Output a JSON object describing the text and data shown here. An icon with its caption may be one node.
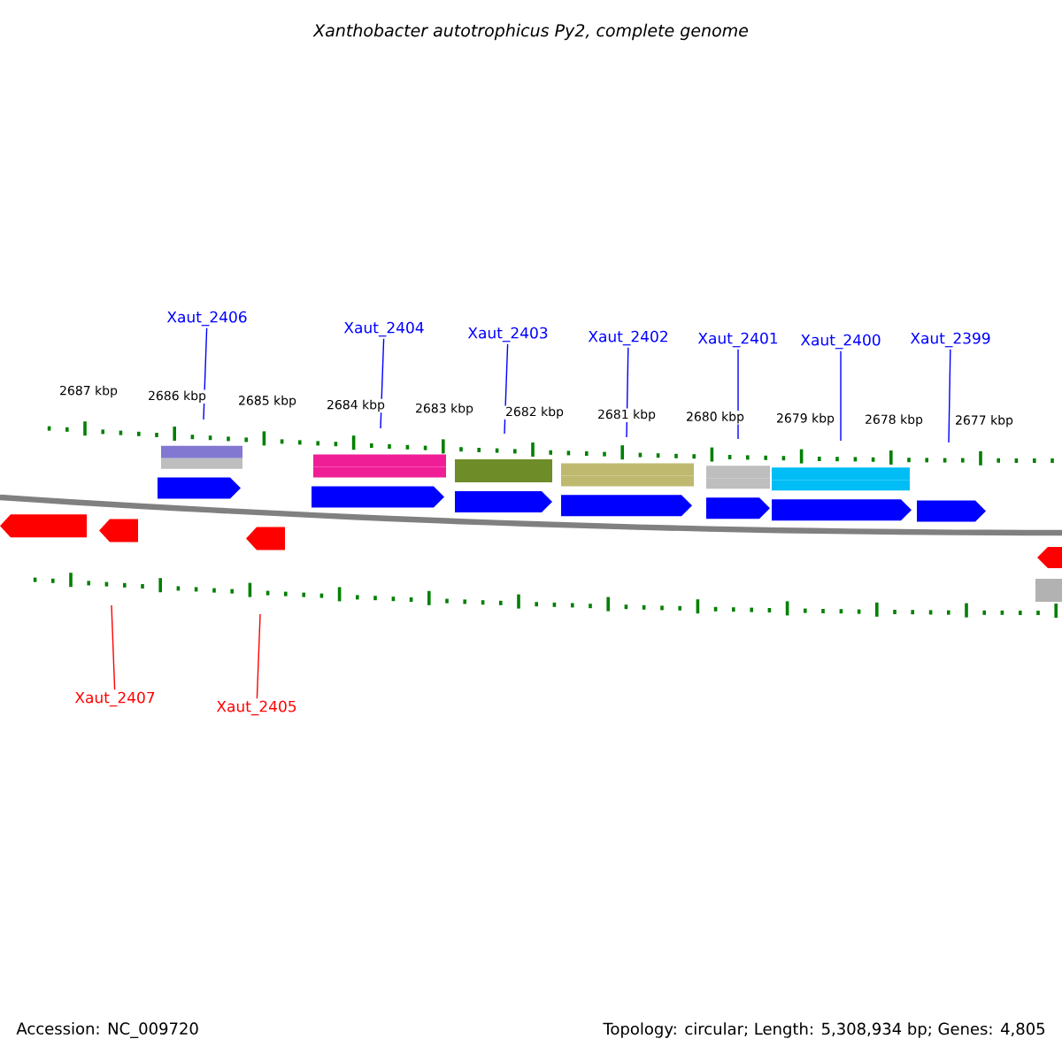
{
  "diagram": {
    "title": "Xanthobacter autotrophicus Py2, complete genome",
    "nodes": [
      {
        "text": [
          "Xaut_2406"
        ]
      },
      {
        "text": [
          "Xaut_2404"
        ]
      },
      {
        "text": [
          "Xaut_2403"
        ]
      },
      {
        "text": [
          "Xaut_2402"
        ]
      },
      {
        "text": [
          "Xaut_2401"
        ]
      },
      {
        "text": [
          "Xaut_2400"
        ]
      },
      {
        "text": [
          "Xaut_2399"
        ]
      },
      {
        "text": [
          "Xaut_2407"
        ]
      },
      {
        "text": [
          "Xaut_2405"
        ]
      }
    ],
    "edges": [
      {
        "from": 0,
        "to": null,
        "arrow": "none"
      },
      {
        "from": 1,
        "to": null,
        "arrow": "none"
      },
      {
        "from": 2,
        "to": null,
        "arrow": "none"
      },
      {
        "from": 3,
        "to": null,
        "arrow": "none"
      },
      {
        "from": 4,
        "to": null,
        "arrow": "none"
      },
      {
        "from": 5,
        "to": null,
        "arrow": "none"
      },
      {
        "from": 6,
        "to": null,
        "arrow": "none"
      },
      {
        "from": 7,
        "to": null,
        "arrow": "none",
        "color": "#ff0000"
      },
      {
        "from": 8,
        "to": null,
        "arrow": "none",
        "color": "#ff0000"
      }
    ],
    "labels": [
      "2687 kbp",
      "2686 kbp",
      "2685 kbp",
      "2684 kbp",
      "2683 kbp",
      "2682 kbp",
      "2681 kbp",
      "2680 kbp",
      "2679 kbp",
      "2678 kbp",
      "2677 kbp",
      "Accession: NC_009720",
      "Topology: circular; Length: 5,308,934 bp; Genes: 4,805"
    ]
  }
}
